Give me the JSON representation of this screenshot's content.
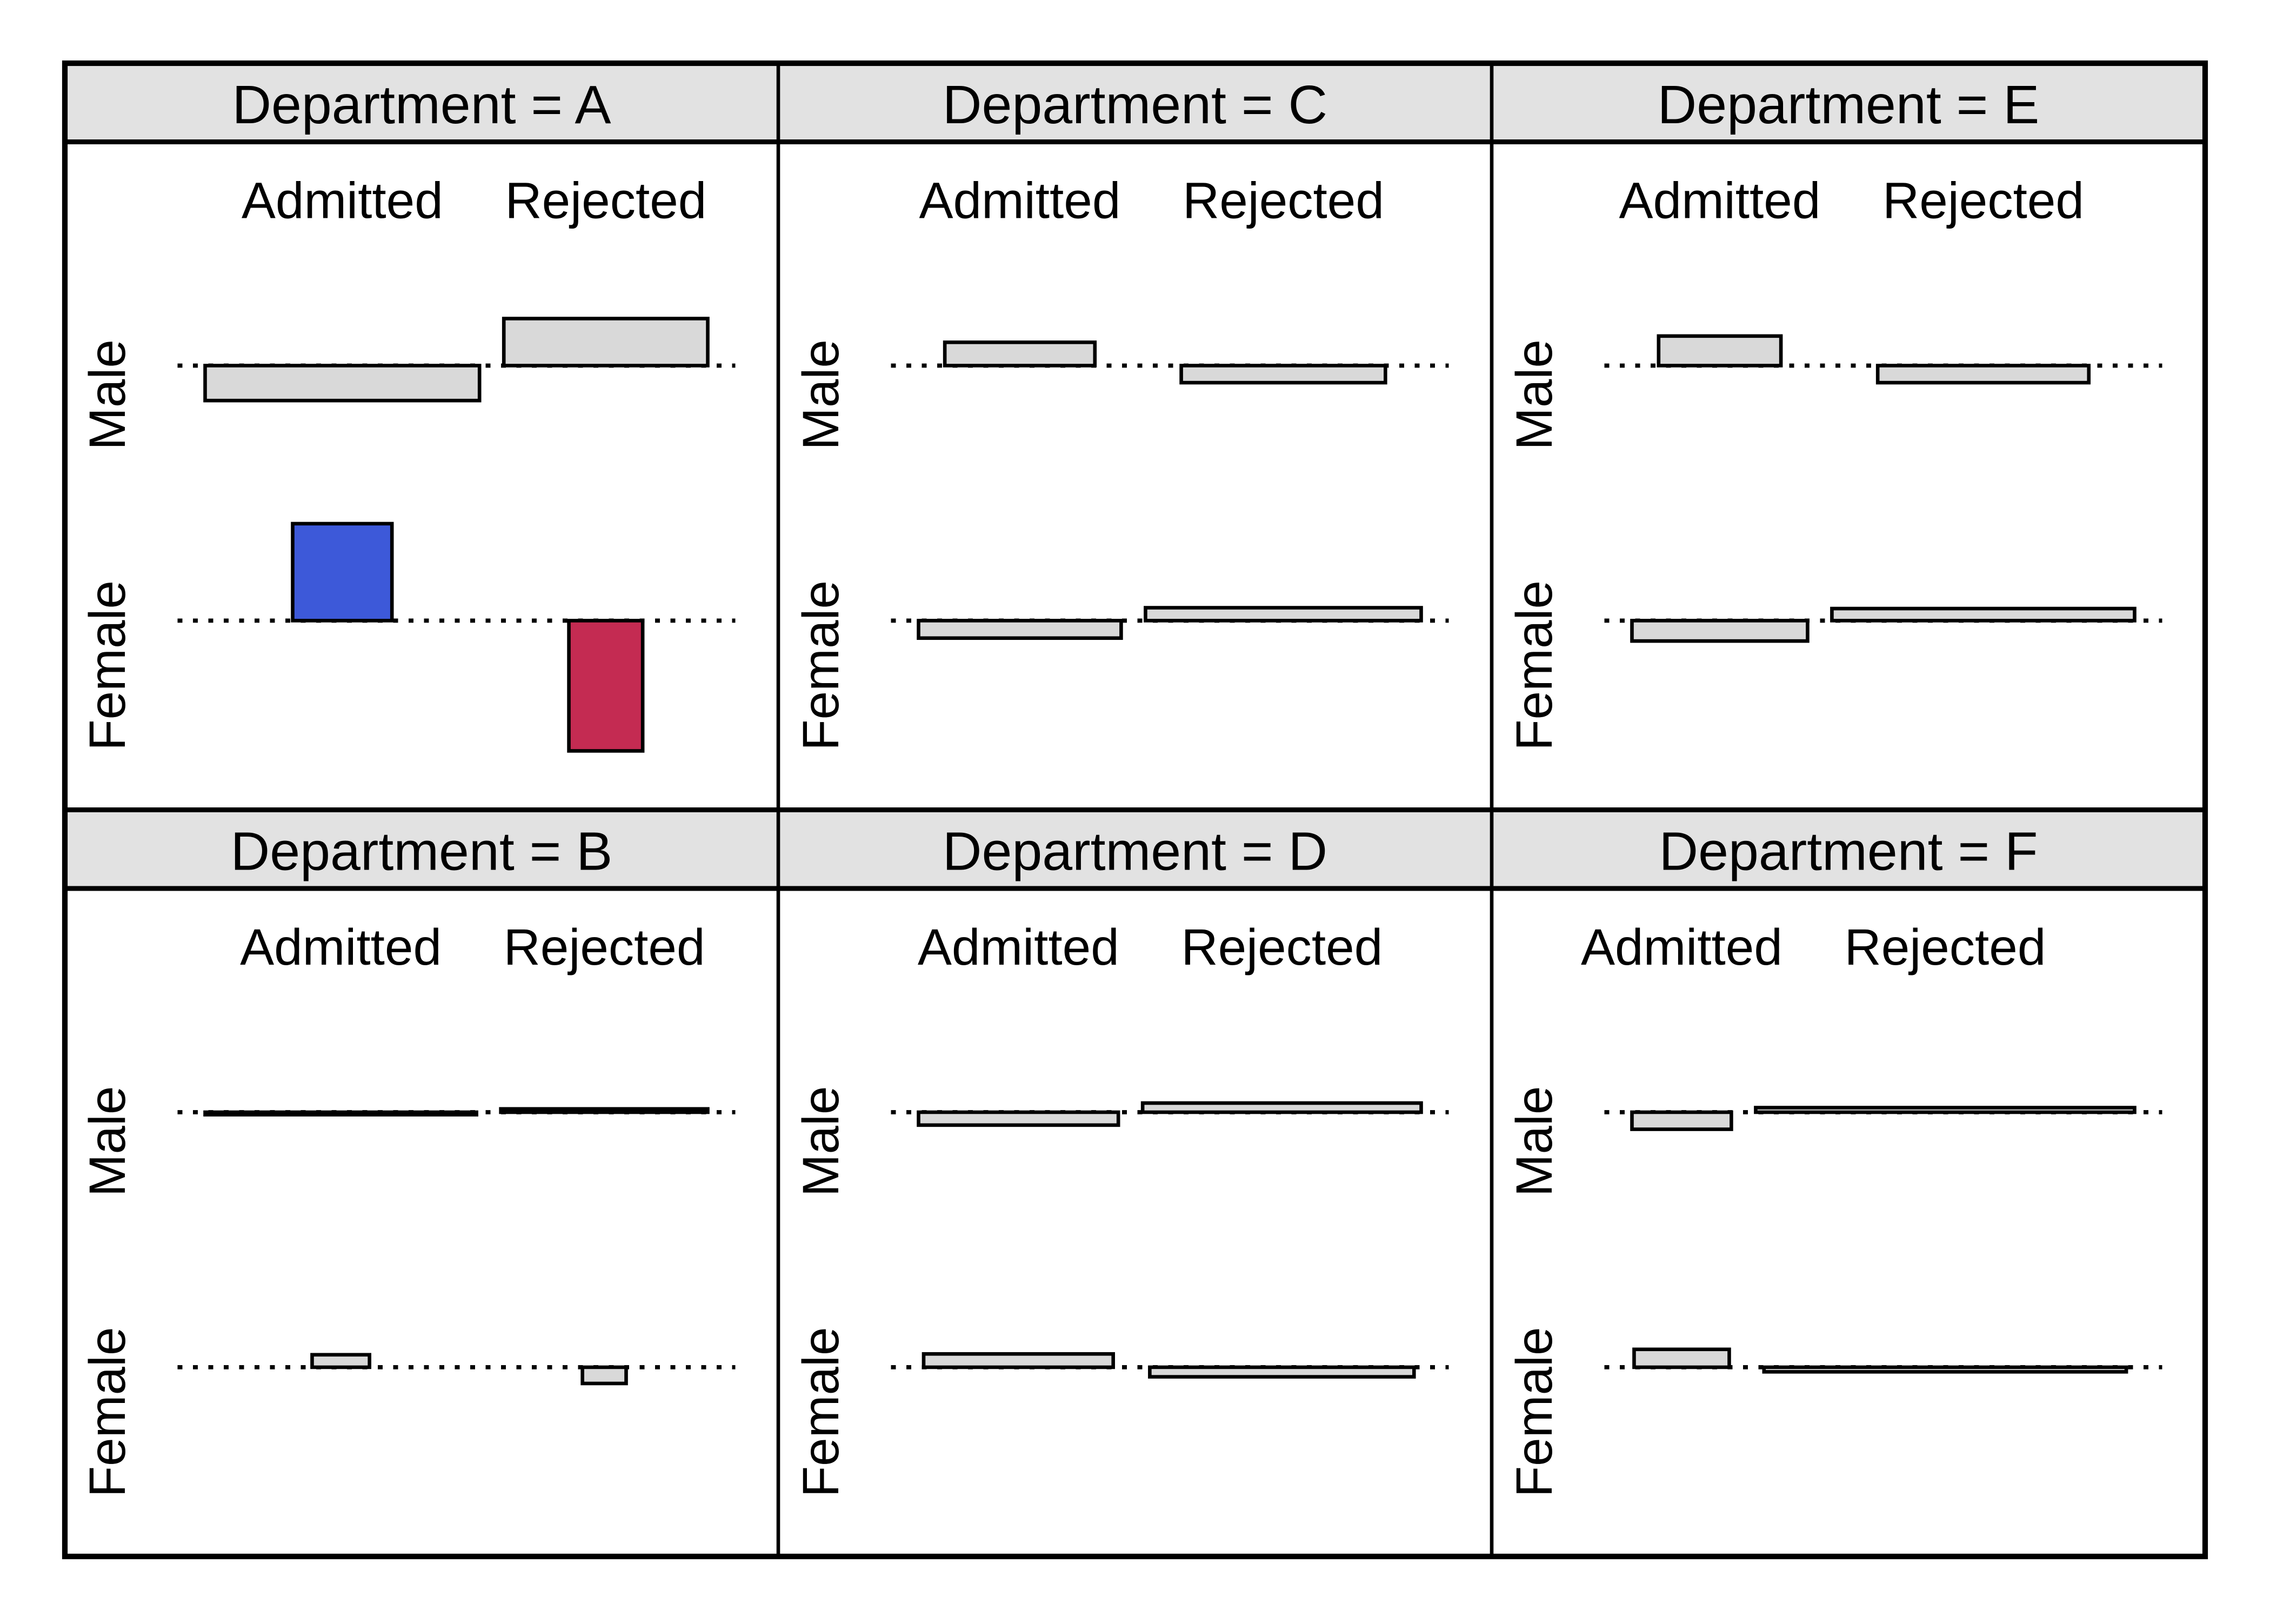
{
  "figure": {
    "kind": "faceted association plot",
    "background": "#FFFFFF",
    "border_color": "#000000"
  },
  "colors": {
    "bar_fill_default": "#D9D9D9",
    "bar_fill_positive_high": "#3D59D9",
    "bar_fill_negative_high": "#C42B52",
    "bar_stroke": "#000000",
    "strip_fill": "#E2E2E2",
    "baseline_color": "#000000",
    "text_color": "#000000"
  },
  "chart_data": {
    "type": "association",
    "description": "Grid of Cohen-Friendly association plots of admission outcome by gender, faceted by department. Bar height encodes the Pearson residual (distance above/below the dotted zero baseline); bar width encodes the square root of the expected frequency.",
    "facet_variable": "Department",
    "row_variable_levels": [
      "Male",
      "Female"
    ],
    "col_variable_levels": [
      "Admitted",
      "Rejected"
    ],
    "encoding": {
      "bar_height": "Pearson residual",
      "bar_width": "sqrt(expected frequency)",
      "baseline": "residual = 0 (dotted line)",
      "fill_rule": "blue if residual > 2, red if residual < -2, otherwise light gray"
    },
    "grid": {
      "rows": 2,
      "cols": 3,
      "order": [
        "A",
        "C",
        "E",
        "B",
        "D",
        "F"
      ]
    },
    "panels": [
      {
        "strip_label": "Department = A",
        "department": "A",
        "grid": [
          0,
          0
        ],
        "cells": [
          {
            "row": "Male",
            "col": "Admitted",
            "residual": -0.84,
            "sqrt_expected": 23.05,
            "fill": "#D9D9D9"
          },
          {
            "row": "Male",
            "col": "Rejected",
            "residual": 1.13,
            "sqrt_expected": 17.13,
            "fill": "#D9D9D9"
          },
          {
            "row": "Female",
            "col": "Admitted",
            "residual": 2.33,
            "sqrt_expected": 8.34,
            "fill": "#3D59D9"
          },
          {
            "row": "Female",
            "col": "Rejected",
            "residual": -3.13,
            "sqrt_expected": 6.2,
            "fill": "#C42B52"
          }
        ]
      },
      {
        "strip_label": "Department = C",
        "department": "C",
        "grid": [
          0,
          1
        ],
        "cells": [
          {
            "row": "Male",
            "col": "Admitted",
            "residual": 0.56,
            "sqrt_expected": 10.68,
            "fill": "#D9D9D9"
          },
          {
            "row": "Male",
            "col": "Rejected",
            "residual": -0.41,
            "sqrt_expected": 14.53,
            "fill": "#D9D9D9"
          },
          {
            "row": "Female",
            "col": "Admitted",
            "residual": -0.42,
            "sqrt_expected": 14.42,
            "fill": "#D9D9D9"
          },
          {
            "row": "Female",
            "col": "Rejected",
            "residual": 0.31,
            "sqrt_expected": 19.62,
            "fill": "#D9D9D9"
          }
        ]
      },
      {
        "strip_label": "Department = E",
        "department": "E",
        "grid": [
          0,
          2
        ],
        "cells": [
          {
            "row": "Male",
            "col": "Admitted",
            "residual": 0.71,
            "sqrt_expected": 6.93,
            "fill": "#D9D9D9"
          },
          {
            "row": "Male",
            "col": "Rejected",
            "residual": -0.41,
            "sqrt_expected": 11.96,
            "fill": "#D9D9D9"
          },
          {
            "row": "Female",
            "col": "Admitted",
            "residual": -0.49,
            "sqrt_expected": 9.95,
            "fill": "#D9D9D9"
          },
          {
            "row": "Female",
            "col": "Rejected",
            "residual": 0.29,
            "sqrt_expected": 17.15,
            "fill": "#D9D9D9"
          }
        ]
      },
      {
        "strip_label": "Department = B",
        "department": "B",
        "grid": [
          1,
          0
        ],
        "cells": [
          {
            "row": "Male",
            "col": "Admitted",
            "residual": -0.06,
            "sqrt_expected": 18.82,
            "fill": "#D9D9D9"
          },
          {
            "row": "Male",
            "col": "Rejected",
            "residual": 0.08,
            "sqrt_expected": 14.35,
            "fill": "#D9D9D9"
          },
          {
            "row": "Female",
            "col": "Admitted",
            "residual": 0.3,
            "sqrt_expected": 3.98,
            "fill": "#D9D9D9"
          },
          {
            "row": "Female",
            "col": "Rejected",
            "residual": -0.39,
            "sqrt_expected": 3.03,
            "fill": "#D9D9D9"
          }
        ]
      },
      {
        "strip_label": "Department = D",
        "department": "D",
        "grid": [
          1,
          1
        ],
        "cells": [
          {
            "row": "Male",
            "col": "Admitted",
            "residual": -0.31,
            "sqrt_expected": 11.9,
            "fill": "#D9D9D9"
          },
          {
            "row": "Male",
            "col": "Rejected",
            "residual": 0.22,
            "sqrt_expected": 16.59,
            "fill": "#D9D9D9"
          },
          {
            "row": "Female",
            "col": "Admitted",
            "residual": 0.32,
            "sqrt_expected": 11.29,
            "fill": "#D9D9D9"
          },
          {
            "row": "Female",
            "col": "Rejected",
            "residual": -0.23,
            "sqrt_expected": 15.74,
            "fill": "#D9D9D9"
          }
        ]
      },
      {
        "strip_label": "Department = F",
        "department": "F",
        "grid": [
          1,
          2
        ],
        "cells": [
          {
            "row": "Male",
            "col": "Admitted",
            "residual": -0.41,
            "sqrt_expected": 4.9,
            "fill": "#D9D9D9"
          },
          {
            "row": "Male",
            "col": "Rejected",
            "residual": 0.11,
            "sqrt_expected": 18.68,
            "fill": "#D9D9D9"
          },
          {
            "row": "Female",
            "col": "Admitted",
            "residual": 0.43,
            "sqrt_expected": 4.69,
            "fill": "#D9D9D9"
          },
          {
            "row": "Female",
            "col": "Rejected",
            "residual": -0.11,
            "sqrt_expected": 17.86,
            "fill": "#D9D9D9"
          }
        ]
      }
    ]
  }
}
